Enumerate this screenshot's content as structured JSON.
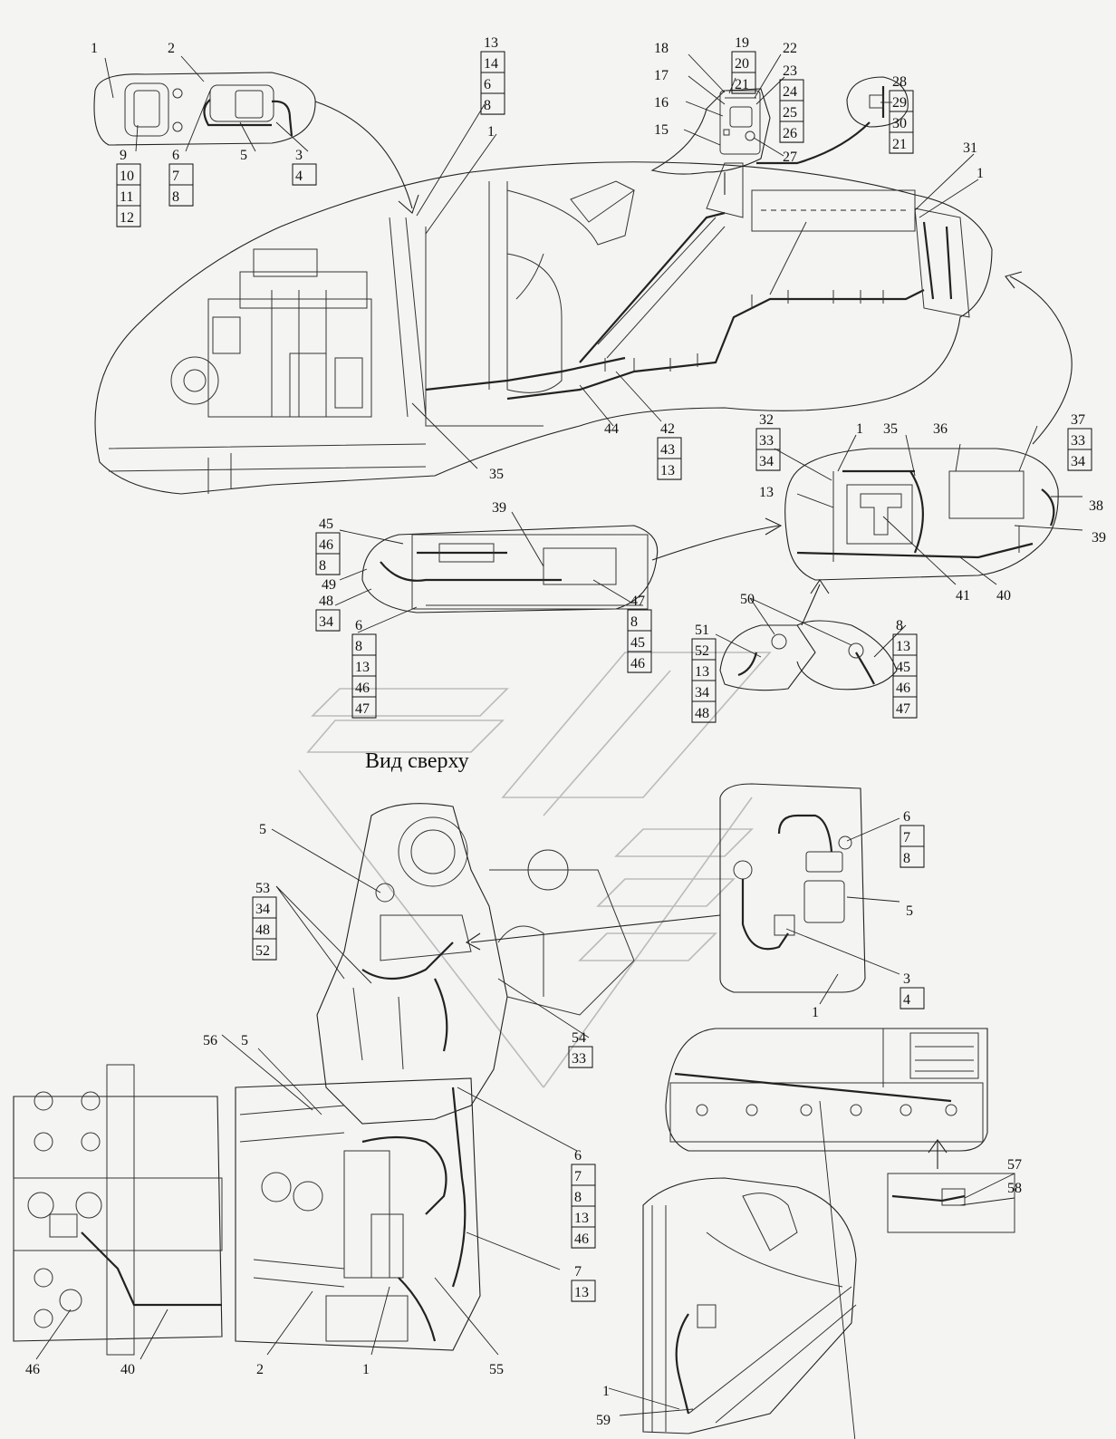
{
  "view_title": "Вид сверху",
  "callouts": [
    {
      "id": "c1",
      "stack": [
        "1"
      ]
    },
    {
      "id": "c2",
      "stack": [
        "2"
      ]
    },
    {
      "id": "c3",
      "stack": [
        "9",
        "10",
        "11",
        "12"
      ]
    },
    {
      "id": "c4",
      "stack": [
        "6",
        "7",
        "8"
      ]
    },
    {
      "id": "c5",
      "stack": [
        "5"
      ]
    },
    {
      "id": "c6",
      "stack": [
        "3",
        "4"
      ]
    },
    {
      "id": "c7",
      "stack": [
        "13",
        "14",
        "6",
        "8"
      ]
    },
    {
      "id": "c8",
      "stack": [
        "1"
      ]
    },
    {
      "id": "c9",
      "stack": [
        "18"
      ]
    },
    {
      "id": "c10",
      "stack": [
        "17"
      ]
    },
    {
      "id": "c11",
      "stack": [
        "16"
      ]
    },
    {
      "id": "c12",
      "stack": [
        "15"
      ]
    },
    {
      "id": "c13",
      "stack": [
        "19",
        "20",
        "21"
      ]
    },
    {
      "id": "c14",
      "stack": [
        "22"
      ]
    },
    {
      "id": "c15",
      "stack": [
        "23",
        "24",
        "25",
        "26"
      ]
    },
    {
      "id": "c16",
      "stack": [
        "27"
      ]
    },
    {
      "id": "c17",
      "stack": [
        "28",
        "29",
        "30",
        "21"
      ]
    },
    {
      "id": "c18",
      "stack": [
        "31"
      ]
    },
    {
      "id": "c19",
      "stack": [
        "1"
      ]
    },
    {
      "id": "c20",
      "stack": [
        "44"
      ]
    },
    {
      "id": "c21",
      "stack": [
        "42",
        "43",
        "13"
      ]
    },
    {
      "id": "c22",
      "stack": [
        "35"
      ]
    },
    {
      "id": "c23",
      "stack": [
        "32",
        "33",
        "34"
      ]
    },
    {
      "id": "c24",
      "stack": [
        "1"
      ]
    },
    {
      "id": "c25",
      "stack": [
        "35"
      ]
    },
    {
      "id": "c26",
      "stack": [
        "36"
      ]
    },
    {
      "id": "c27",
      "stack": [
        "37",
        "33",
        "34"
      ]
    },
    {
      "id": "c28",
      "stack": [
        "13"
      ]
    },
    {
      "id": "c29",
      "stack": [
        "38"
      ]
    },
    {
      "id": "c30",
      "stack": [
        "39"
      ]
    },
    {
      "id": "c31",
      "stack": [
        "41"
      ]
    },
    {
      "id": "c32",
      "stack": [
        "40"
      ]
    },
    {
      "id": "c33",
      "stack": [
        "45",
        "46",
        "8"
      ]
    },
    {
      "id": "c34",
      "stack": [
        "39"
      ]
    },
    {
      "id": "c35",
      "stack": [
        "49"
      ]
    },
    {
      "id": "c36",
      "stack": [
        "48",
        "34"
      ]
    },
    {
      "id": "c37",
      "stack": [
        "6",
        "8",
        "13",
        "46",
        "47"
      ]
    },
    {
      "id": "c38",
      "stack": [
        "47",
        "8",
        "45",
        "46"
      ]
    },
    {
      "id": "c39",
      "stack": [
        "50"
      ]
    },
    {
      "id": "c40",
      "stack": [
        "51",
        "52",
        "13",
        "34",
        "48"
      ]
    },
    {
      "id": "c41",
      "stack": [
        "8",
        "13",
        "45",
        "46",
        "47"
      ]
    },
    {
      "id": "c42",
      "stack": [
        "5"
      ]
    },
    {
      "id": "c43",
      "stack": [
        "53",
        "34",
        "48",
        "52"
      ]
    },
    {
      "id": "c44",
      "stack": [
        "6",
        "7",
        "8"
      ]
    },
    {
      "id": "c45",
      "stack": [
        "5"
      ]
    },
    {
      "id": "c46",
      "stack": [
        "3",
        "4"
      ]
    },
    {
      "id": "c47",
      "stack": [
        "1"
      ]
    },
    {
      "id": "c48",
      "stack": [
        "54",
        "33"
      ]
    },
    {
      "id": "c49",
      "stack": [
        "56"
      ]
    },
    {
      "id": "c50",
      "stack": [
        "5"
      ]
    },
    {
      "id": "c51",
      "stack": [
        "6",
        "7",
        "8",
        "13",
        "46"
      ]
    },
    {
      "id": "c52",
      "stack": [
        "7",
        "13"
      ]
    },
    {
      "id": "c53",
      "stack": [
        "55"
      ]
    },
    {
      "id": "c54",
      "stack": [
        "57"
      ]
    },
    {
      "id": "c55",
      "stack": [
        "58"
      ]
    },
    {
      "id": "c56",
      "stack": [
        "46"
      ]
    },
    {
      "id": "c57",
      "stack": [
        "40"
      ]
    },
    {
      "id": "c58",
      "stack": [
        "2"
      ]
    },
    {
      "id": "c59",
      "stack": [
        "1"
      ]
    },
    {
      "id": "c60",
      "stack": [
        "55"
      ]
    },
    {
      "id": "c61",
      "stack": [
        "1"
      ]
    },
    {
      "id": "c62",
      "stack": [
        "59"
      ]
    }
  ]
}
